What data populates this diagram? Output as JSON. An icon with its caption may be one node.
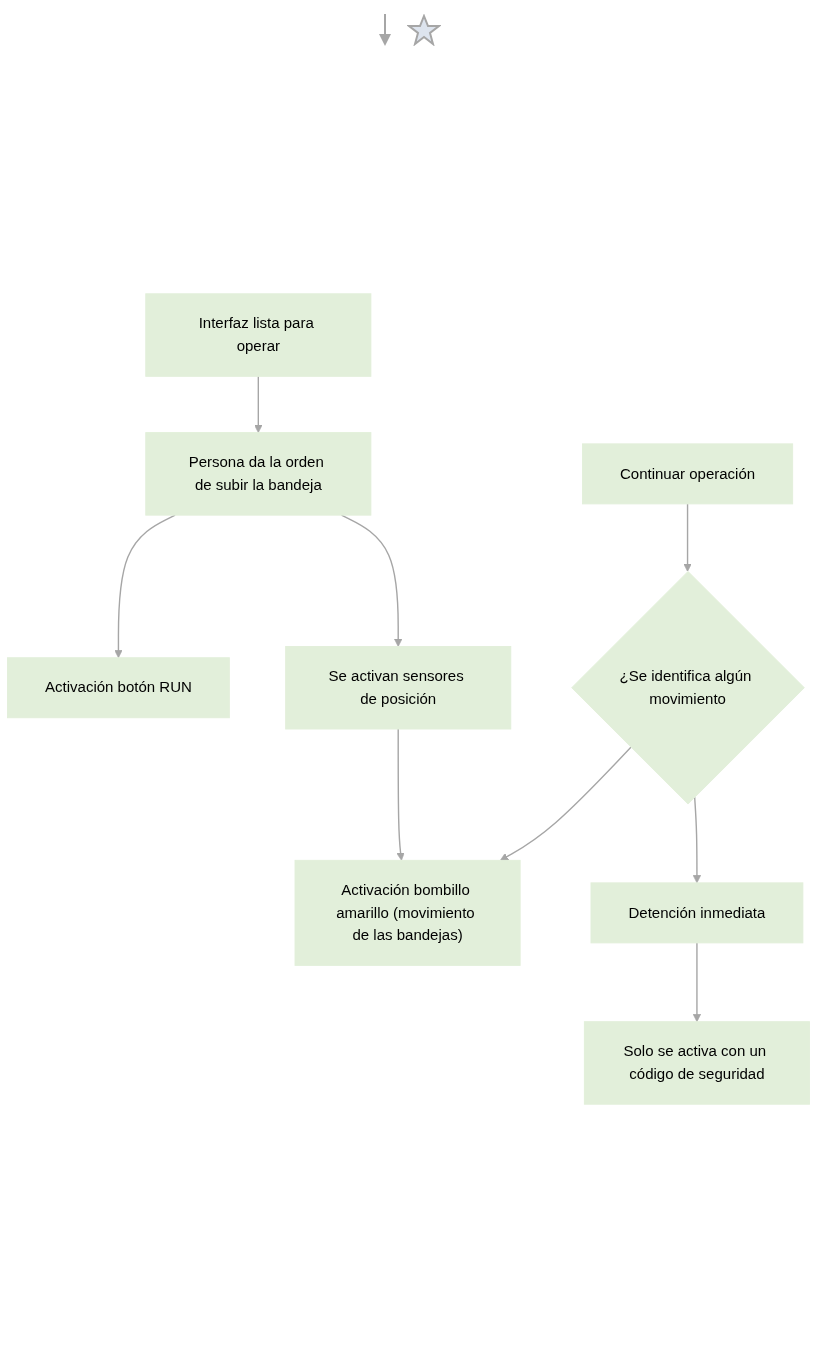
{
  "diagram": {
    "nodes": [
      {
        "text": [
          "Interfaz lista para operar"
        ]
      },
      {
        "text": [
          "Persona da la orden de subir la bandeja"
        ]
      },
      {
        "text": [
          "Activación botón RUN"
        ]
      },
      {
        "text": [
          "Se activan sensores de posición"
        ]
      },
      {
        "text": [
          "Activación bombillo amarillo (movimiento de las bandejas)"
        ]
      },
      {
        "text": [
          "¿Se identifica algún movimiento"
        ]
      },
      {
        "text": [
          "Continuar operación"
        ]
      },
      {
        "text": [
          "Detención inmediata"
        ]
      },
      {
        "text": [
          "Solo se activa con un código de seguridad"
        ]
      }
    ],
    "edges": [
      {
        "from": 0,
        "to": 1,
        "arrow": "to"
      },
      {
        "from": 1,
        "to": 2,
        "arrow": "to"
      },
      {
        "from": 1,
        "to": 3,
        "arrow": "to"
      },
      {
        "from": 3,
        "to": 4,
        "arrow": "to"
      },
      {
        "from": 5,
        "to": 4,
        "arrow": "to"
      },
      {
        "from": 6,
        "to": 5,
        "arrow": "to"
      },
      {
        "from": 5,
        "to": 7,
        "arrow": "to"
      },
      {
        "from": 7,
        "to": 8,
        "arrow": "to"
      }
    ]
  }
}
